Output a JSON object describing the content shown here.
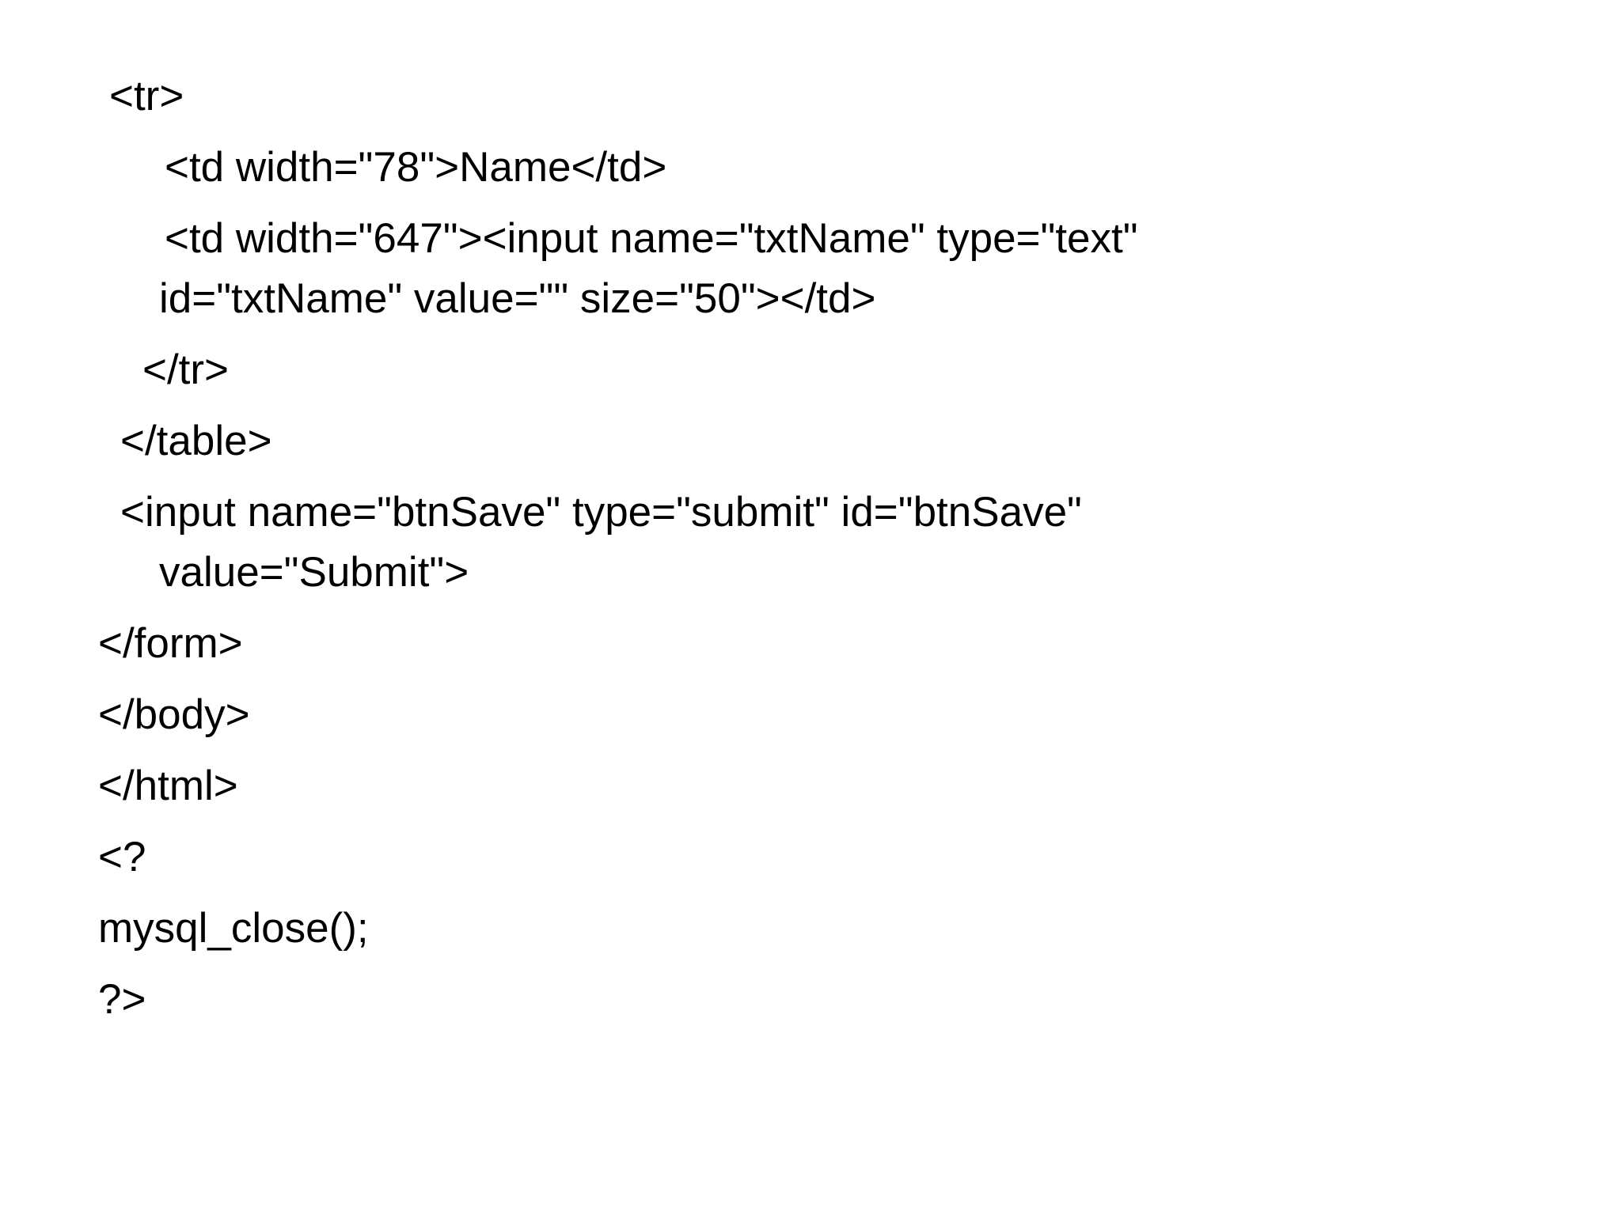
{
  "slide": {
    "lines": [
      "<tr>",
      "<td width=\"78\">Name</td>",
      "<td width=\"647\"><input name=\"txtName\" type=\"text\"",
      "id=\"txtName\" value=\"\" size=\"50\"></td>",
      "</tr>",
      "</table>",
      "<input name=\"btnSave\" type=\"submit\" id=\"btnSave\"",
      "value=\"Submit\">",
      "</form>",
      "</body>",
      "</html>",
      "<?",
      "mysql_close();",
      "?>"
    ]
  }
}
